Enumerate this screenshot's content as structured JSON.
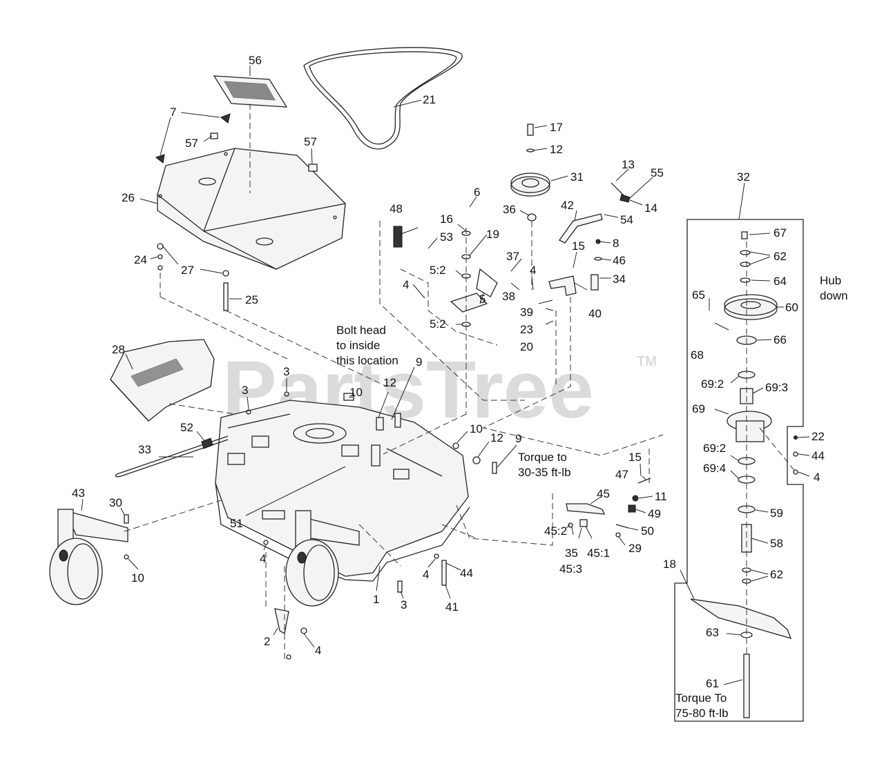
{
  "watermark": {
    "text": "PartsTree",
    "trademark": "TM"
  },
  "callouts": {
    "c56": "56",
    "c21": "21",
    "c7": "7",
    "c57a": "57",
    "c57b": "57",
    "c26": "26",
    "c24": "24",
    "c27": "27",
    "c25": "25",
    "c28": "28",
    "c17": "17",
    "c12a": "12",
    "c31": "31",
    "c13": "13",
    "c55": "55",
    "c6": "6",
    "c48": "48",
    "c16": "16",
    "c36": "36",
    "c42": "42",
    "c14": "14",
    "c54": "54",
    "c53": "53",
    "c19": "19",
    "c15a": "15",
    "c8": "8",
    "c37": "37",
    "c4a": "4",
    "c46": "46",
    "c52a": "5:2",
    "c4b": "4",
    "c38": "38",
    "c34": "34",
    "c39": "39",
    "c40": "40",
    "c5": "5",
    "c23": "23",
    "c52b": "5:2",
    "c20": "20",
    "c32": "32",
    "c67": "67",
    "c62a": "62",
    "c64": "64",
    "c65": "65",
    "c60": "60",
    "c66": "66",
    "c68": "68",
    "c692a": "69:2",
    "c693": "69:3",
    "c69": "69",
    "c22": "22",
    "c44a": "44",
    "c4c": "4",
    "c692b": "69:2",
    "c694": "69:4",
    "c59": "59",
    "c58": "58",
    "c62b": "62",
    "c18": "18",
    "c63": "63",
    "c61": "61",
    "c9a": "9",
    "c3a": "3",
    "c3b": "3",
    "c10a": "10",
    "c12b": "12",
    "c10b": "10",
    "c12c": "12",
    "c9b": "9",
    "c52": "52",
    "c33": "33",
    "c43": "43",
    "c30": "30",
    "c51": "51",
    "c10c": "10",
    "c4d": "4",
    "c4e": "4",
    "c44b": "44",
    "c1": "1",
    "c3c": "3",
    "c41": "41",
    "c2": "2",
    "c4f": "4",
    "c15b": "15",
    "c47": "47",
    "c11": "11",
    "c45": "45",
    "c49": "49",
    "c452": "45:2",
    "c35": "35",
    "c453": "45:3",
    "c451": "45:1",
    "c50": "50",
    "c29": "29"
  },
  "notes": {
    "hub_line1": "Hub",
    "hub_line2": "down",
    "bolt_line1": "Bolt head",
    "bolt_line2": "to inside",
    "bolt_line3": "this location",
    "torque1_line1": "Torque to",
    "torque1_line2": "30-35 ft-lb",
    "torque2_line1": "Torque To",
    "torque2_line2": "75-80 ft-lb"
  }
}
